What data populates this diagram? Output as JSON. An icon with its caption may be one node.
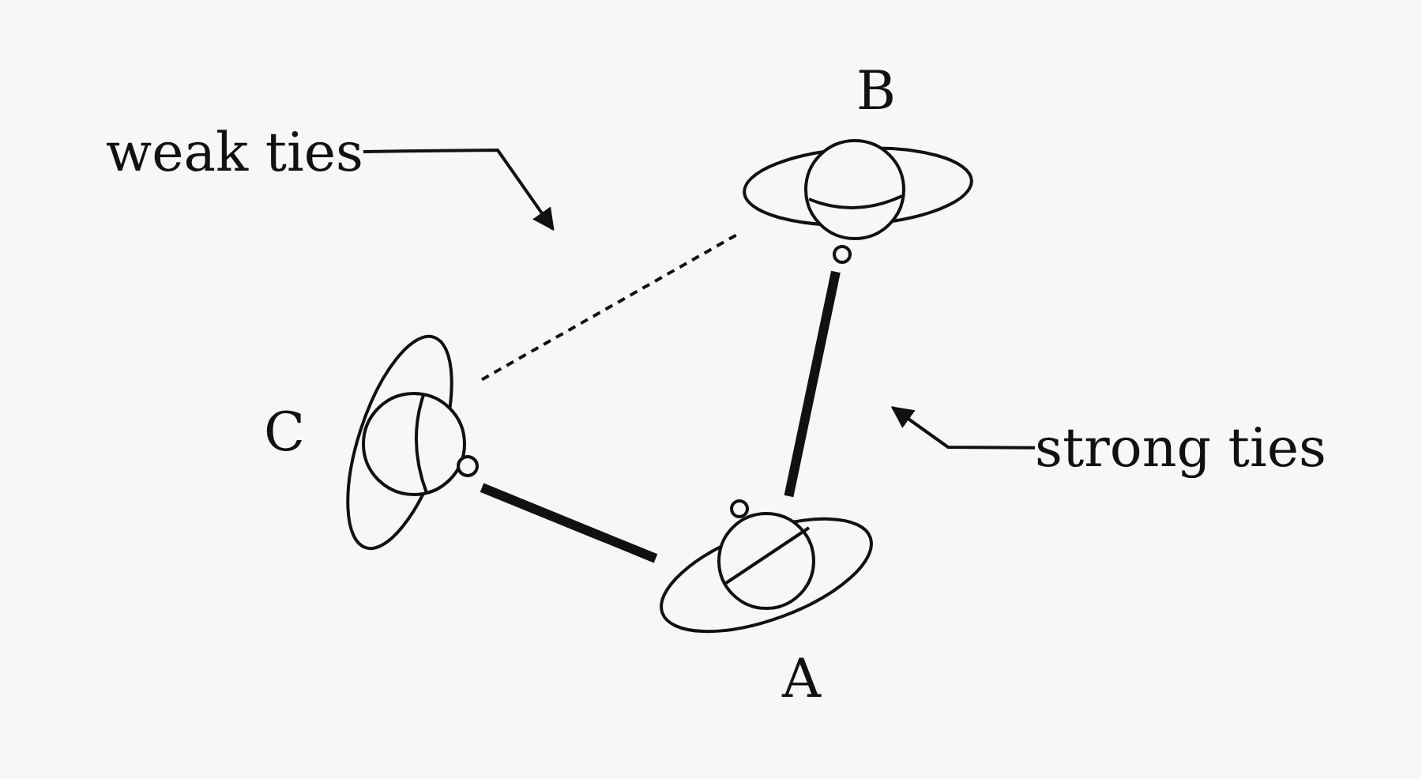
{
  "diagram": {
    "nodes": [
      {
        "text": [
          "weak ties"
        ]
      },
      {
        "text": [
          "B"
        ]
      },
      {
        "text": [
          "C"
        ]
      },
      {
        "text": [
          "strong ties"
        ]
      },
      {
        "text": [
          "A"
        ]
      }
    ],
    "edges": [
      {
        "from": 2,
        "to": 1,
        "arrow": "none",
        "style": "dashed"
      },
      {
        "from": 2,
        "to": 4,
        "arrow": "none",
        "style": "thick"
      },
      {
        "from": 4,
        "to": 1,
        "arrow": "none",
        "style": "thick"
      },
      {
        "from": 0,
        "to": null,
        "arrow": "to"
      },
      {
        "from": 3,
        "to": null,
        "arrow": "to"
      }
    ]
  }
}
